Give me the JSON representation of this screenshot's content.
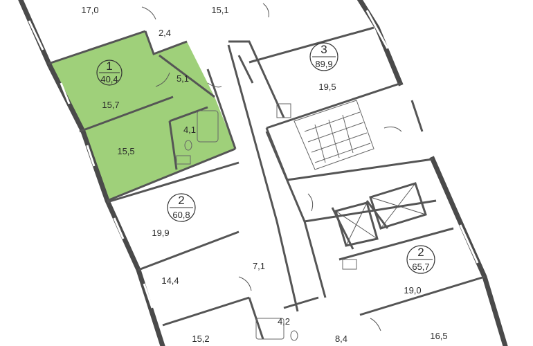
{
  "highlight_color": "#9fd07a",
  "units": [
    {
      "number": "1",
      "total_area": "40,4"
    },
    {
      "number": "2",
      "total_area": "60,8"
    },
    {
      "number": "3",
      "total_area": "89,9"
    },
    {
      "number": "2",
      "total_area": "65,7"
    }
  ],
  "rooms": [
    "17,0",
    "15,1",
    "2,4",
    "5,1",
    "15,7",
    "4,1",
    "15,5",
    "19,5",
    "19,9",
    "14,4",
    "7,1",
    "4,2",
    "15,2",
    "8,4",
    "19,0",
    "16,5"
  ]
}
